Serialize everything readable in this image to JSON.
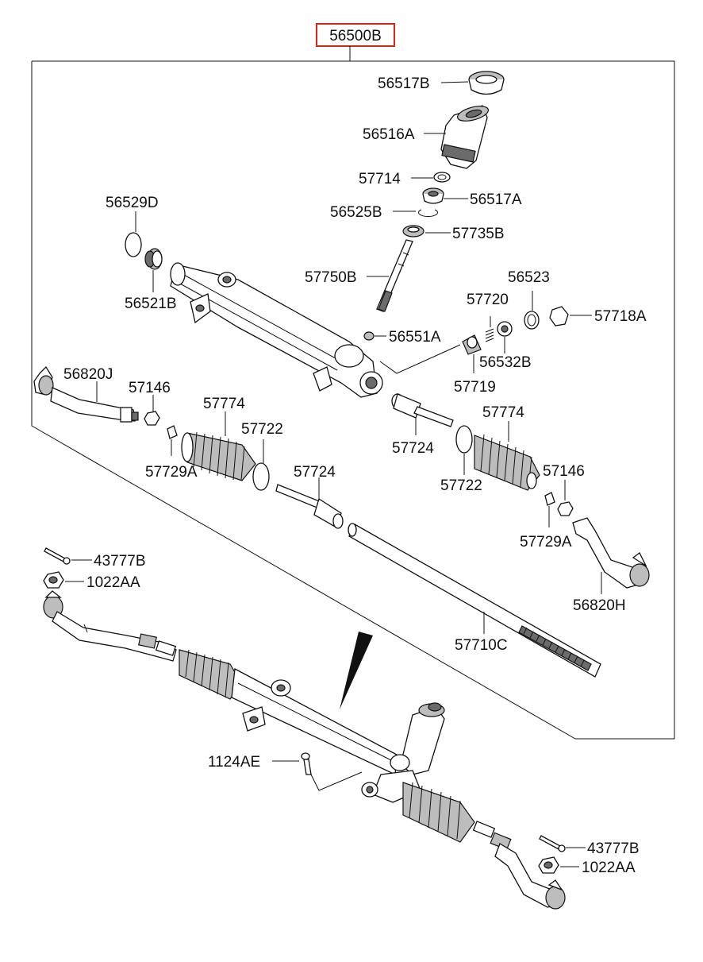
{
  "diagram": {
    "assembly_part_number": "56500B",
    "highlight_color": "#e2231a",
    "part_labels": {
      "p56517B": "56517B",
      "p56516A": "56516A",
      "p57714": "57714",
      "p56517A": "56517A",
      "p56525B": "56525B",
      "p57735B": "57735B",
      "p56529D": "56529D",
      "p57750B": "57750B",
      "p56521B": "56521B",
      "p56523": "56523",
      "p57720": "57720",
      "p57718A": "57718A",
      "p56551A": "56551A",
      "p56532B": "56532B",
      "p57719": "57719",
      "p56820J": "56820J",
      "p57146_left": "57146",
      "p57774_left": "57774",
      "p57722_left": "57722",
      "p57729A_left": "57729A",
      "p57724_mid": "57724",
      "p57724_upper": "57724",
      "p57774_right": "57774",
      "p57722_right": "57722",
      "p57146_right": "57146",
      "p57729A_right": "57729A",
      "p56820H": "56820H",
      "p57710C": "57710C",
      "p43777B_left": "43777B",
      "p1022AA_left": "1022AA",
      "p1124AE": "1124AE",
      "p43777B_right": "43777B",
      "p1022AA_right": "1022AA"
    }
  }
}
